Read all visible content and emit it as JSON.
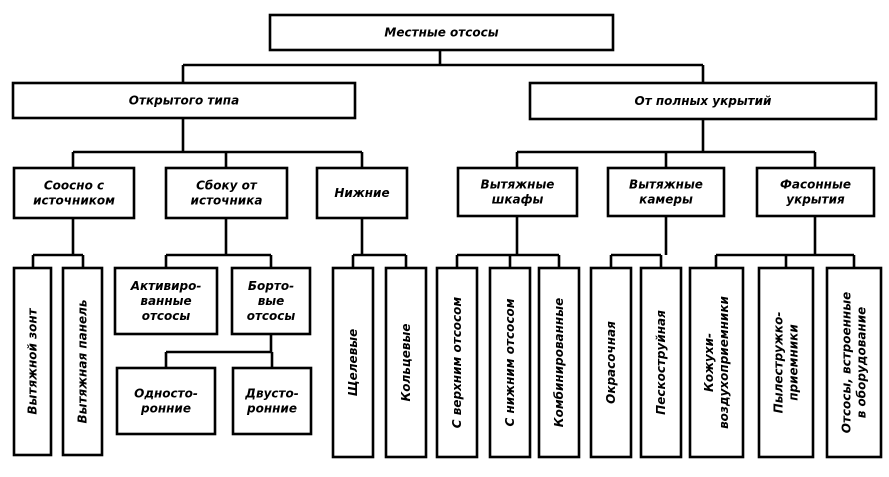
{
  "diagram": {
    "root": {
      "label": [
        "Местные отсосы"
      ]
    },
    "nodes": {
      "open": {
        "label": [
          "Открытого типа"
        ]
      },
      "closed": {
        "label": [
          "От полных укрытий"
        ]
      },
      "coaxial": {
        "label": [
          "Соосно с",
          "источником"
        ]
      },
      "side": {
        "label": [
          "Сбоку от",
          "источника"
        ]
      },
      "lower": {
        "label": [
          "Нижние"
        ]
      },
      "cabinets": {
        "label": [
          "Вытяжные",
          "шкафы"
        ]
      },
      "chambers": {
        "label": [
          "Вытяжные",
          "камеры"
        ]
      },
      "shaped": {
        "label": [
          "Фасонные",
          "укрытия"
        ]
      },
      "umbrella": {
        "label": [
          "Вытяжной зонт"
        ]
      },
      "panel": {
        "label": [
          "Вытяжная панель"
        ]
      },
      "activated": {
        "label": [
          "Активиро-",
          "ванные",
          "отсосы"
        ]
      },
      "lateral": {
        "label": [
          "Борто-",
          "вые",
          "отсосы"
        ]
      },
      "one_sided": {
        "label": [
          "Односто-",
          "ронние"
        ]
      },
      "two_sided": {
        "label": [
          "Двусто-",
          "ронние"
        ]
      },
      "slotted": {
        "label": [
          "Щелевые"
        ]
      },
      "ring": {
        "label": [
          "Кольцевые"
        ]
      },
      "upper_suction": {
        "label": [
          "С верхним отсосом"
        ]
      },
      "lower_suction": {
        "label": [
          "С нижним отсосом"
        ]
      },
      "combined": {
        "label": [
          "Комбинированные"
        ]
      },
      "painting": {
        "label": [
          "Окрасочная"
        ]
      },
      "sandblast": {
        "label": [
          "Пескоструйная"
        ]
      },
      "casing": {
        "label": [
          "Кожухи-",
          "воздухоприемники"
        ]
      },
      "dust": {
        "label": [
          "Пылестружко-",
          "приемники"
        ]
      },
      "embedded": {
        "label": [
          "Отсосы, встроенные",
          "в оборудование"
        ]
      }
    }
  }
}
